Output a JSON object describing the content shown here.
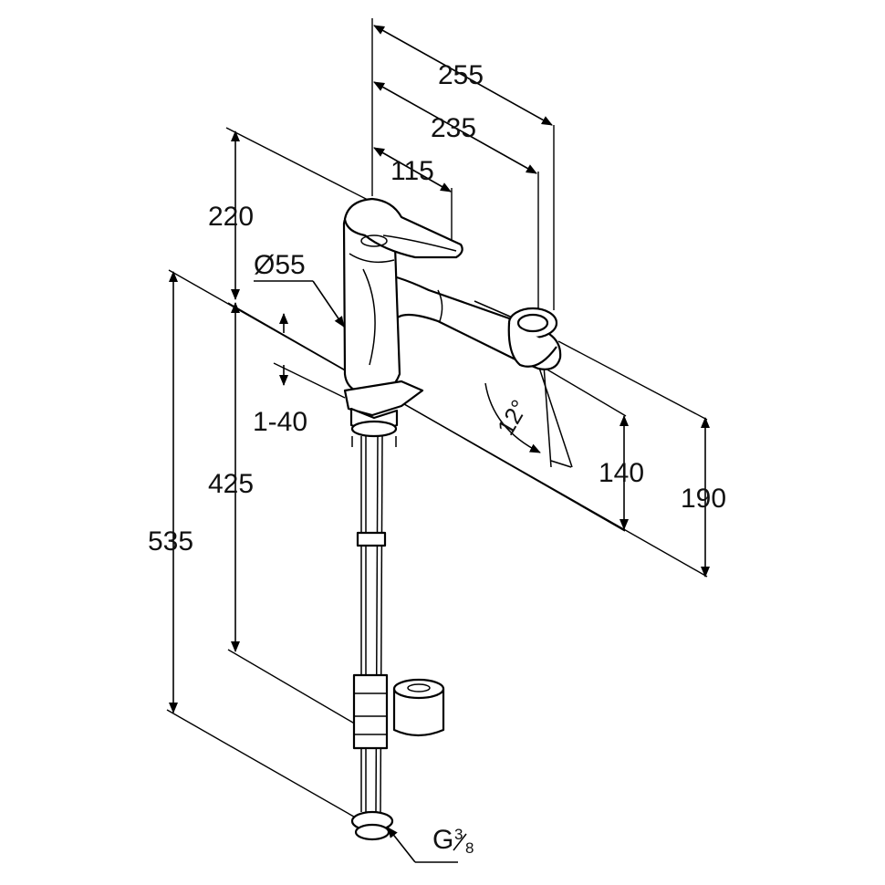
{
  "dimensions": {
    "d255": "255",
    "d235": "235",
    "d115": "115",
    "d220": "220",
    "d55": "Ø55",
    "d1_40": "1-40",
    "d425": "425",
    "d535": "535",
    "d12": "12°",
    "d140": "140",
    "d190": "190",
    "thread_prefix": "G",
    "thread_num": "3",
    "thread_den": "8"
  },
  "colors": {
    "line": "#000000",
    "background": "#ffffff"
  }
}
